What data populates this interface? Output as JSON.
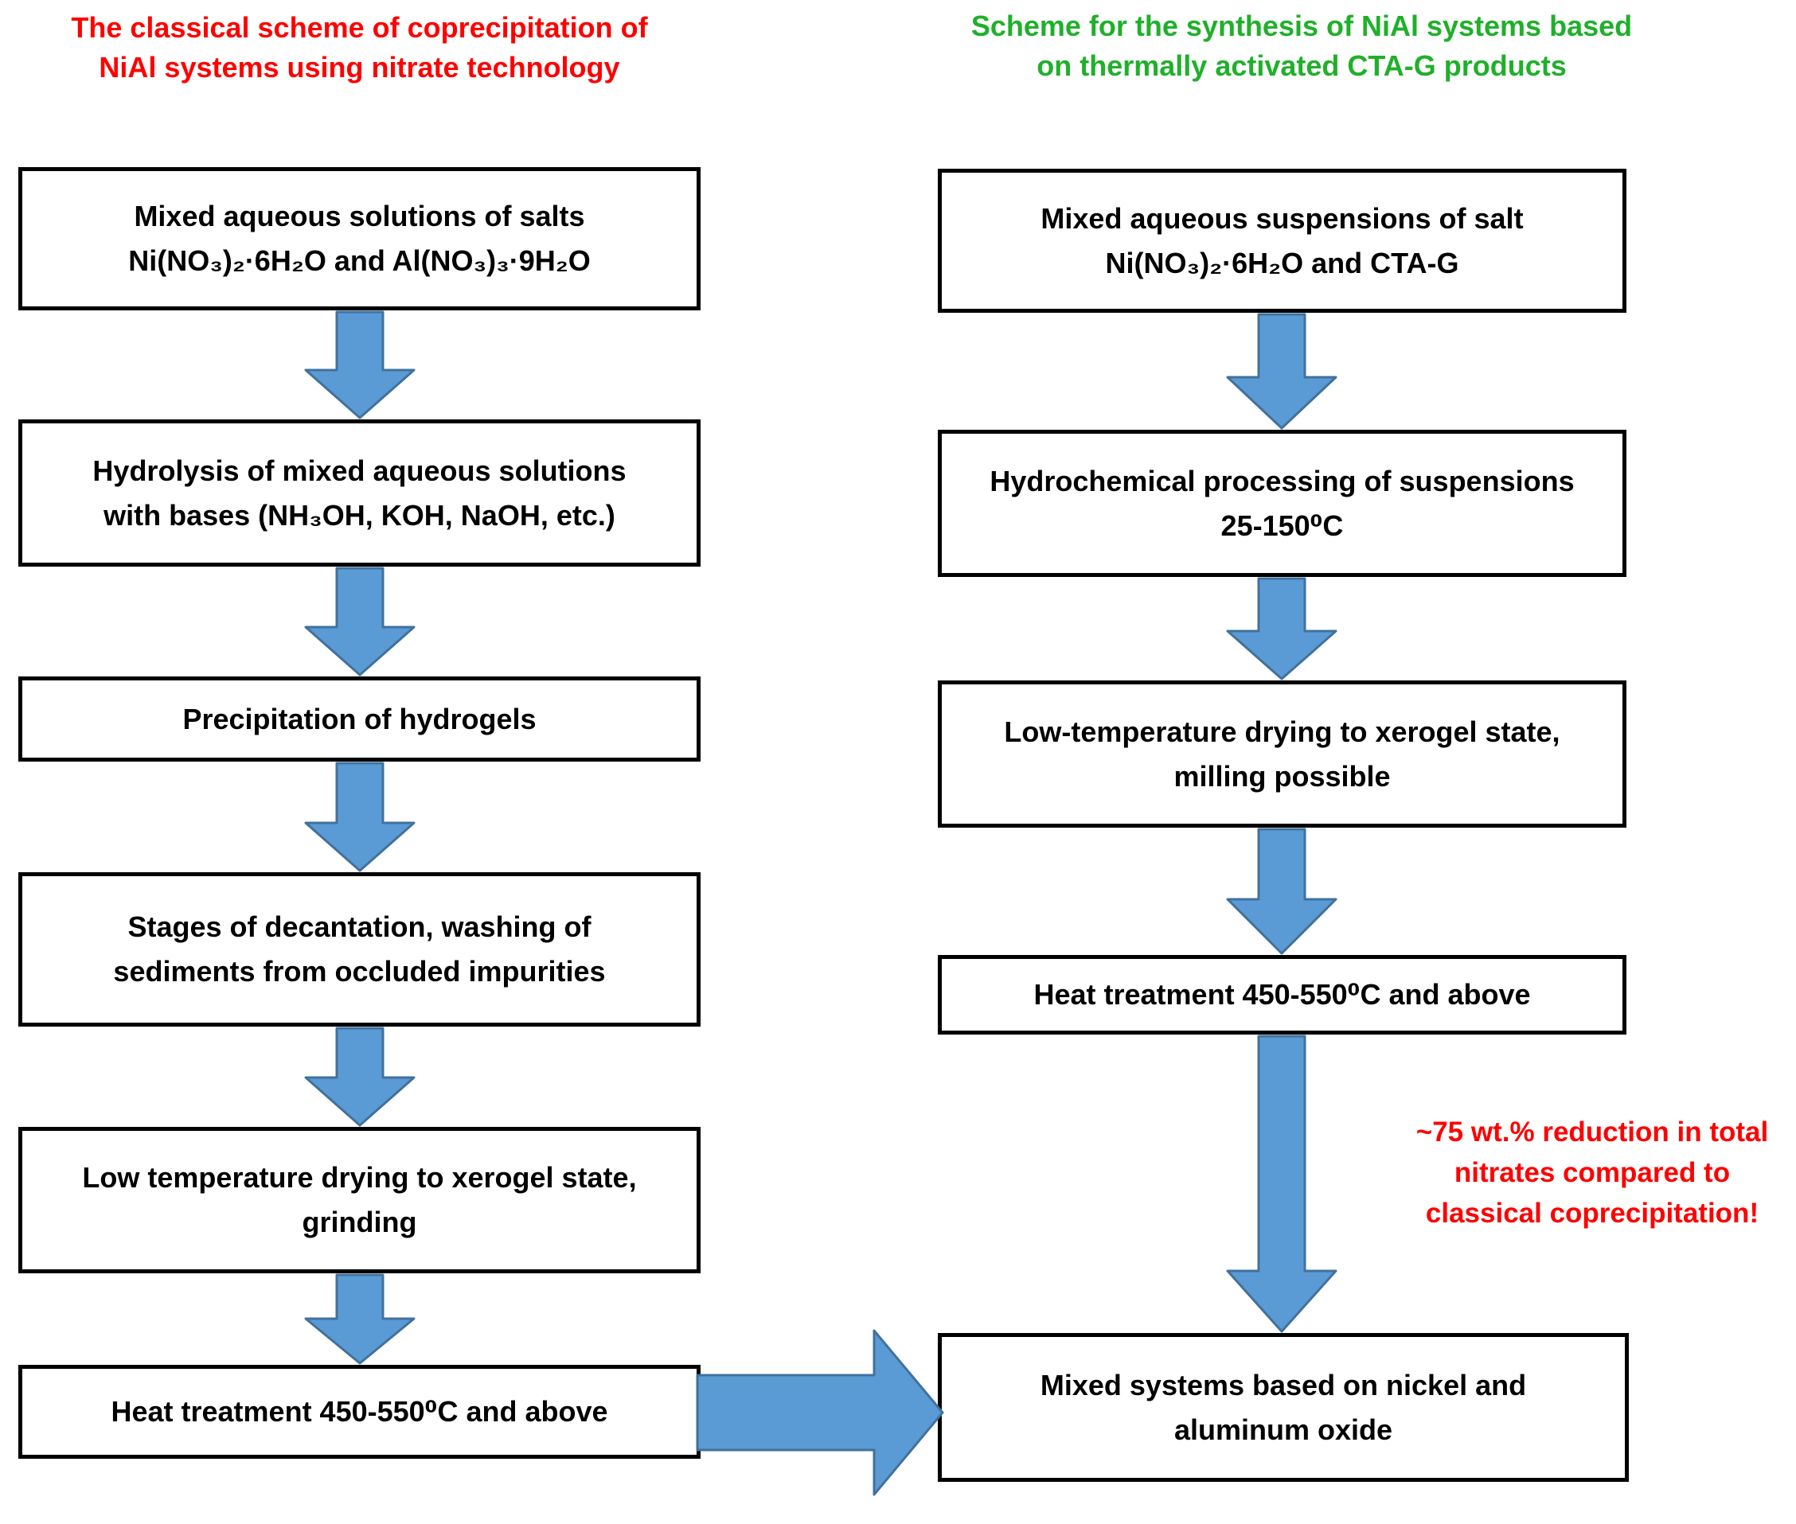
{
  "colors": {
    "red": "#fe0000",
    "green": "#1fb02a",
    "arrow_fill": "#5b9bd5",
    "arrow_border": "#41719c",
    "box_border": "#000000",
    "background": "#ffffff"
  },
  "left": {
    "title": "The classical scheme of coprecipitation of\nNiAl systems using nitrate technology",
    "steps": [
      "Mixed aqueous solutions of salts\nNi(NO₃)₂·6H₂O and Al(NO₃)₃·9H₂O",
      "Hydrolysis of mixed aqueous solutions\nwith bases (NH₃OH, KOH, NaOH, etc.)",
      "Precipitation of hydrogels",
      "Stages of decantation, washing of\nsediments from occluded impurities",
      "Low temperature drying to xerogel state,\ngrinding",
      "Heat treatment 450-550⁰C and above"
    ]
  },
  "right": {
    "title": "Scheme for the synthesis of NiAl systems based\non thermally activated CTA-G products",
    "steps": [
      "Mixed aqueous suspensions of salt\nNi(NO₃)₂·6H₂O and CTA-G",
      "Hydrochemical processing of suspensions\n25-150⁰C",
      "Low-temperature drying to xerogel state,\nmilling possible",
      "Heat treatment 450-550⁰C and above"
    ],
    "final_step": "Mixed systems based on nickel and\naluminum oxide",
    "annotation": "~75 wt.% reduction in total\nnitrates compared to\nclassical coprecipitation!"
  }
}
